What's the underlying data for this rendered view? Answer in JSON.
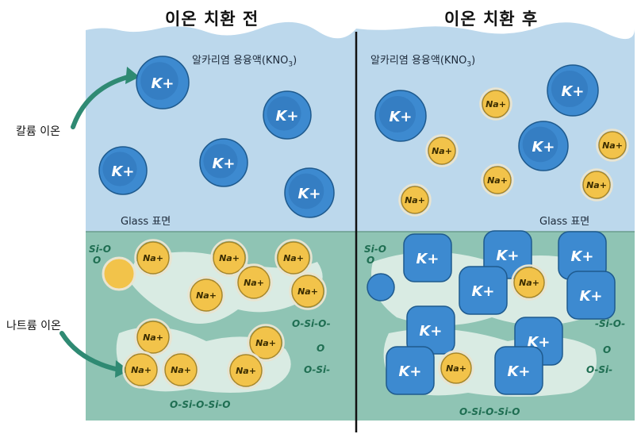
{
  "titles": {
    "before": "이온 치환 전",
    "after": "이온 치환 후"
  },
  "solution": {
    "before": "알카리염 용융액(KNO",
    "after": "알카리염 용융액(KNO",
    "sub": "3",
    "close": ")"
  },
  "glass_surface": {
    "before": "Glass 표면",
    "after": "Glass 표면"
  },
  "side_labels": {
    "potassium": "칼륨 이온",
    "sodium": "나트륨 이온"
  },
  "ions": {
    "k": "K+",
    "na": "Na+"
  },
  "si_labels": {
    "left_top": "Si-O",
    "left_top_o": "O",
    "left_right": "O-Si-O-",
    "left_right_o1": "O",
    "left_right_si": "O-Si-",
    "left_bottom": "O-Si-O-Si-O",
    "right_top": "Si-O",
    "right_top_o": "O",
    "right_r1": "-Si-O-",
    "right_r2": "O",
    "right_r3": "O-Si-",
    "right_bottom": "O-Si-O-Si-O"
  },
  "colors": {
    "solution": "#bcd8ec",
    "glass": "#8fc4b4",
    "k_ion": "#3d8ad0",
    "na_ion": "#f2c34a",
    "arrow": "#2f8a73",
    "si_text": "#1f6e52"
  }
}
